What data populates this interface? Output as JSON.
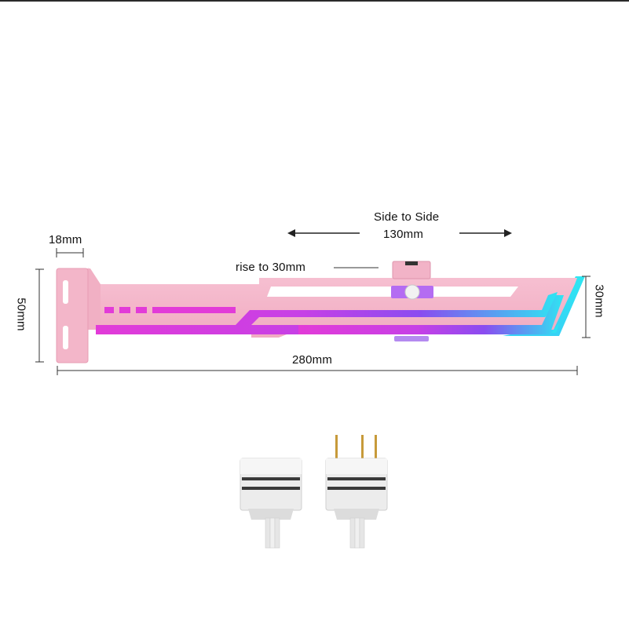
{
  "dimensions": {
    "side_to_side_title": "Side to Side",
    "side_to_side_value": "130mm",
    "rise": "rise to 30mm",
    "width_top": "18mm",
    "height_left": "50mm",
    "height_right": "30mm",
    "length": "280mm"
  },
  "colors": {
    "bracket_pink": "#f4b4c8",
    "bracket_pink_dark": "#e89bb2",
    "glow_magenta": "#e23bd8",
    "glow_purple": "#8a4cf0",
    "glow_cyan": "#2ee6f2",
    "line": "#333333",
    "connector_gray": "#e8e8e8"
  },
  "icons": {
    "thumb_screw": "thumb-screw-icon",
    "arrow_left": "arrow-left-icon",
    "arrow_right": "arrow-right-icon",
    "connector_female": "argb-female-connector-icon",
    "connector_male": "argb-male-connector-icon"
  }
}
